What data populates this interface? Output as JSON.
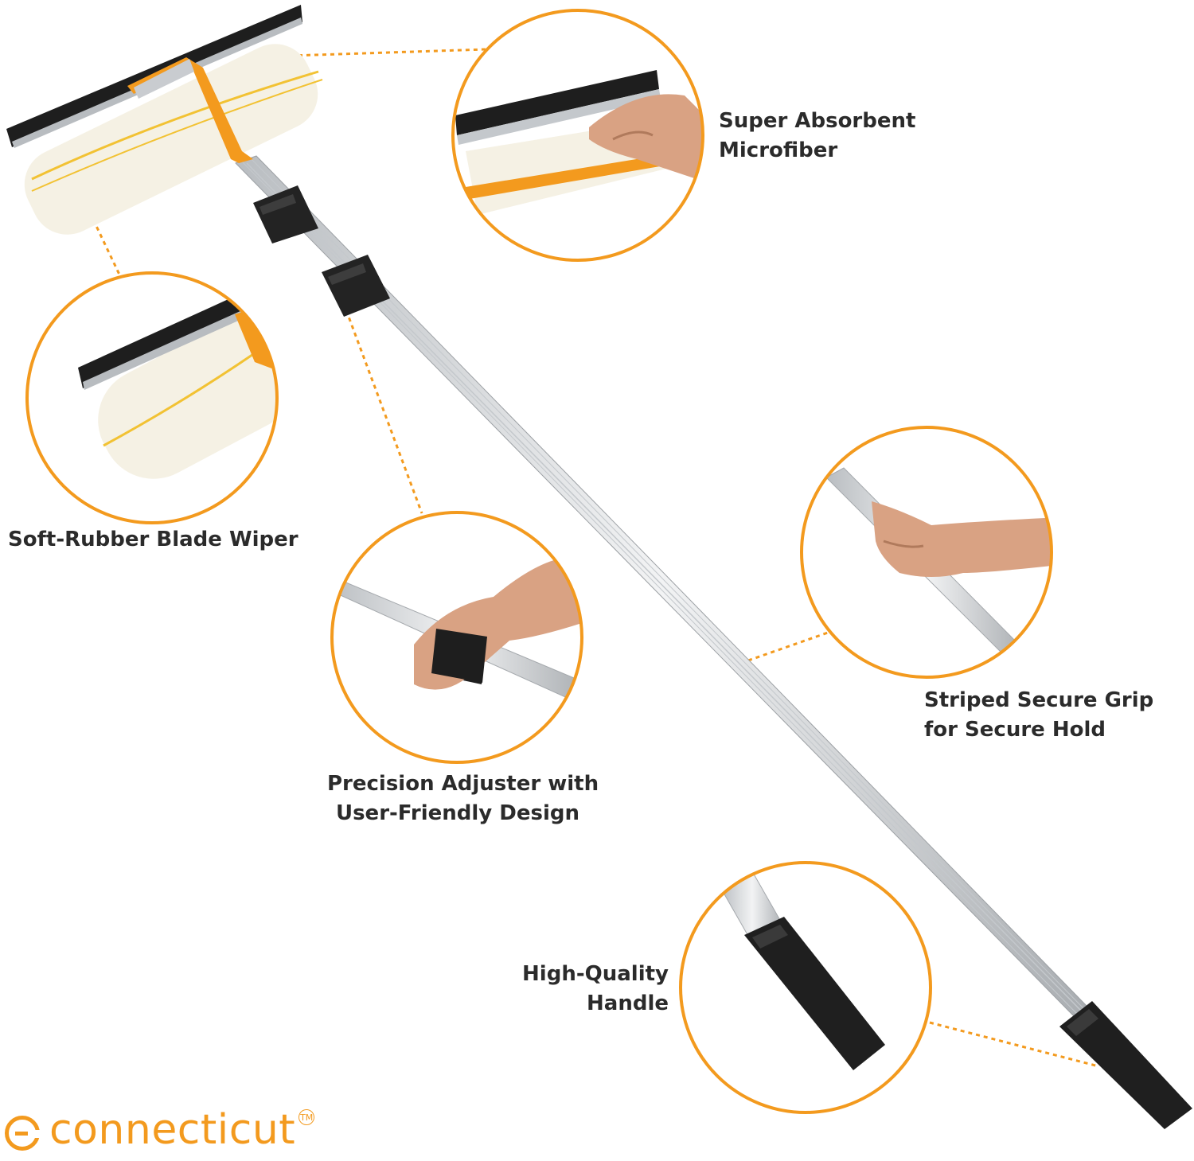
{
  "brand": {
    "name": "connecticut",
    "trademark": "TM",
    "color": "#f39a1e"
  },
  "features": {
    "microfiber": {
      "line1": "Super Absorbent",
      "line2": "Microfiber"
    },
    "blade": {
      "line1": "Soft-Rubber Blade Wiper"
    },
    "adjuster": {
      "line1": "Precision Adjuster with",
      "line2": "User-Friendly Design"
    },
    "grip": {
      "line1": "Striped Secure Grip",
      "line2": "for Secure Hold"
    },
    "handle": {
      "line1": "High-Quality",
      "line2": "Handle"
    }
  },
  "colors": {
    "accent": "#f39a1e",
    "pole": "#d9dcdf",
    "rubber": "#1e1e1e",
    "pad": "#f5f1e4",
    "text": "#2b2b2b"
  }
}
